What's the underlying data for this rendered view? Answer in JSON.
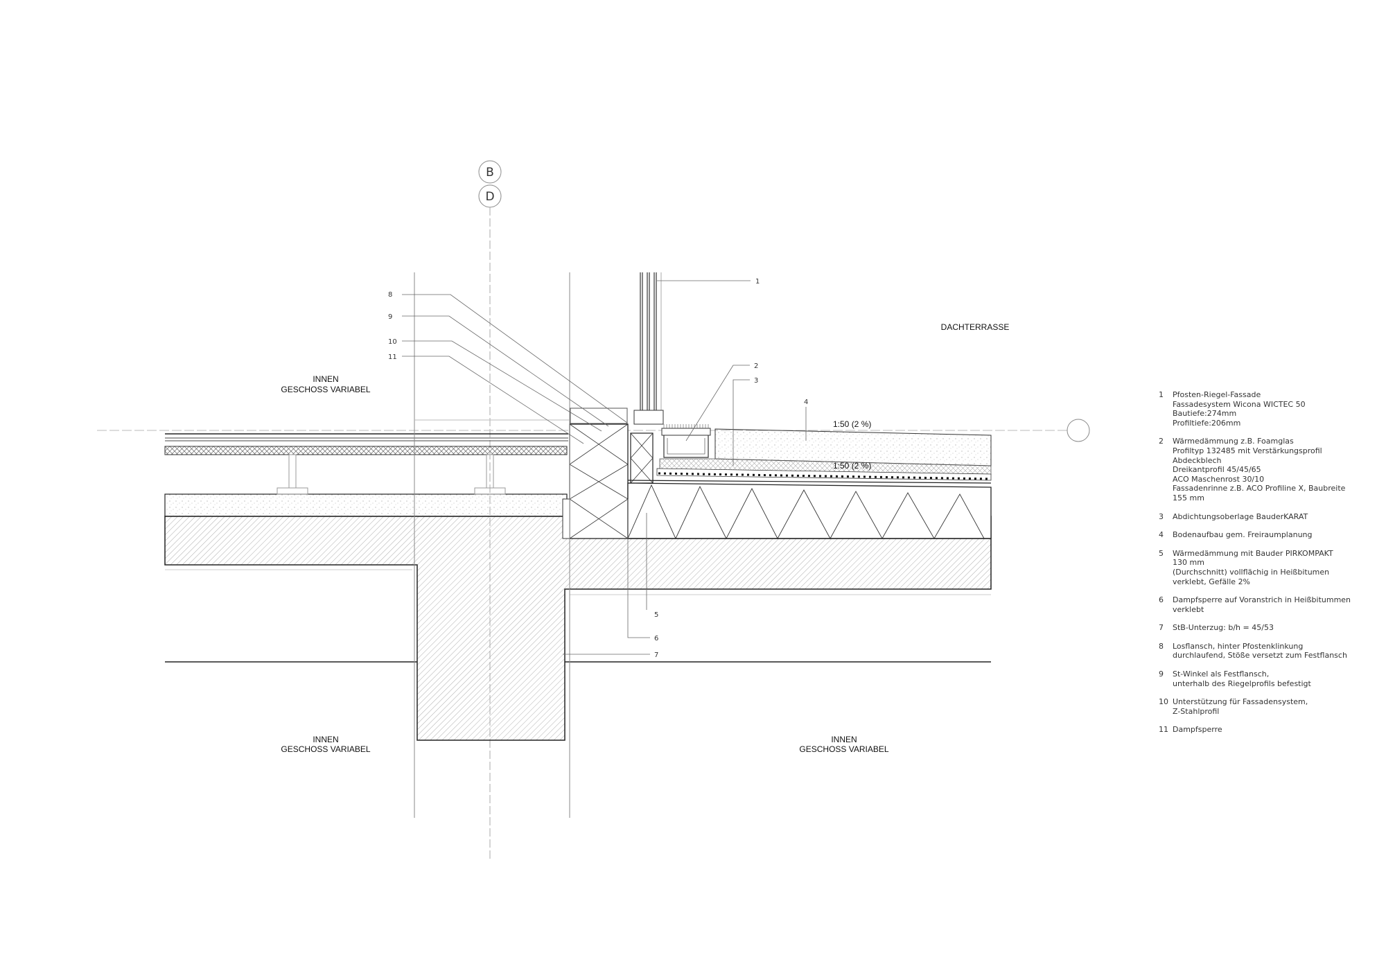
{
  "grid_axes": [
    "B",
    "D"
  ],
  "room_labels": {
    "upper_left": {
      "line1": "INNEN",
      "line2": "GESCHOSS VARIABEL"
    },
    "terrace": "DACHTERRASSE",
    "lower_left": {
      "line1": "INNEN",
      "line2": "GESCHOSS VARIABEL"
    },
    "lower_right": {
      "line1": "INNEN",
      "line2": "GESCHOSS VARIABEL"
    }
  },
  "slope_labels": {
    "upper": "1:50 (2 %)",
    "lower": "1:50 (2 %)"
  },
  "callouts": [
    "1",
    "2",
    "3",
    "4",
    "5",
    "6",
    "7",
    "8",
    "9",
    "10",
    "11"
  ],
  "legend": [
    {
      "num": "1",
      "text": "Pfosten-Riegel-Fassade\nFassadesystem Wicona WICTEC 50\nBautiefe:274mm\nProfiltiefe:206mm"
    },
    {
      "num": "2",
      "text": "Wärmedämmung z.B. Foamglas\nProfiltyp 132485 mit Verstärkungsprofil\nAbdeckblech\nDreikantprofil 45/45/65\nACO Maschenrost 30/10\nFassadenrinne z.B. ACO Profiline X, Baubreite\n155 mm"
    },
    {
      "num": "3",
      "text": "Abdichtungsoberlage BauderKARAT"
    },
    {
      "num": "4",
      "text": "Bodenaufbau gem. Freiraumplanung"
    },
    {
      "num": "5",
      "text": "Wärmedämmung mit Bauder PIRKOMPAKT\n130 mm\n(Durchschnitt) vollflächig in Heißbitumen\nverklebt, Gefälle 2%"
    },
    {
      "num": "6",
      "text": "Dampfsperre auf Voranstrich in Heißbitummen\nverklebt"
    },
    {
      "num": "7",
      "text": "StB-Unterzug: b/h = 45/53"
    },
    {
      "num": "8",
      "text": "Losflansch, hinter Pfostenklinkung\ndurchlaufend, Stöße versetzt zum Festflansch"
    },
    {
      "num": "9",
      "text": "St-Winkel als Festflansch,\nunterhalb des Riegelprofils befestigt"
    },
    {
      "num": "10",
      "text": "Unterstützung für Fassadensystem,\nZ-Stahlprofil"
    },
    {
      "num": "11",
      "text": "Dampfsperre"
    }
  ]
}
